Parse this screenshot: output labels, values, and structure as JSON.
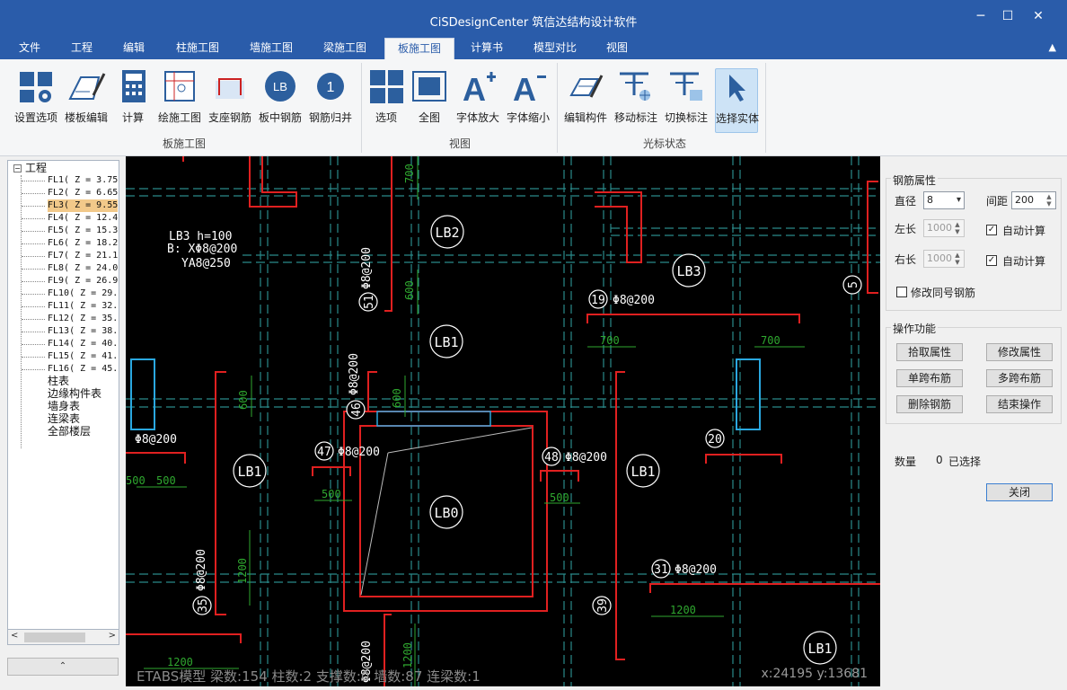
{
  "window": {
    "title": "CiSDesignCenter 筑信达结构设计软件",
    "minimize": "─",
    "maximize": "☐",
    "close": "✕"
  },
  "menu": {
    "tabs": [
      "文件",
      "工程",
      "编辑",
      "柱施工图",
      "墙施工图",
      "梁施工图",
      "板施工图",
      "计算书",
      "模型对比",
      "视图"
    ],
    "active_tab": "板施工图",
    "collapse_glyph": "▲"
  },
  "ribbon": {
    "groups": [
      {
        "label": "板施工图",
        "buttons": [
          "设置选项",
          "楼板编辑",
          "计算",
          "绘施工图",
          "支座钢筋",
          "板中钢筋",
          "钢筋归并"
        ]
      },
      {
        "label": "视图",
        "buttons": [
          "选项",
          "全图",
          "字体放大",
          "字体缩小"
        ]
      },
      {
        "label": "光标状态",
        "buttons": [
          "编辑构件",
          "移动标注",
          "切换标注",
          "选择实体"
        ]
      }
    ],
    "icon_text": {
      "lb": "LB",
      "one": "1",
      "font_up": "A",
      "font_down": "A"
    }
  },
  "tree": {
    "root": "工程",
    "floors": [
      "FL1( Z = 3.75",
      "FL2( Z = 6.65",
      "FL3( Z = 9.55",
      "FL4( Z = 12.4",
      "FL5( Z = 15.3",
      "FL6( Z = 18.2",
      "FL7( Z = 21.1",
      "FL8( Z = 24.0",
      "FL9( Z = 26.9",
      "FL10( Z = 29.",
      "FL11( Z = 32.",
      "FL12( Z = 35.",
      "FL13( Z = 38.",
      "FL14( Z = 40.",
      "FL15( Z = 41.",
      "FL16( Z = 45."
    ],
    "selected": "FL3( Z = 9.55",
    "other": [
      "柱表",
      "边缘构件表",
      "墙身表",
      "连梁表",
      "全部楼层"
    ],
    "expand_glyph": "⌃"
  },
  "canvas": {
    "status": "ETABS模型  梁数:154 柱数:2 支撑数:0 墙数:87 连梁数:1",
    "coords": "x:24195 y:13681",
    "labels": {
      "lb3_note": [
        "LB3 h=100",
        "B: XΦ8@200",
        "YA8@250"
      ],
      "slabs": [
        "LB2",
        "LB3",
        "LB1",
        "LB1",
        "LB1",
        "LB0",
        "LB1"
      ],
      "rebar": [
        "Φ8@200",
        "Φ8@200",
        "Φ8@200",
        "Φ8@200",
        "Φ8@200"
      ],
      "rebar_v": "Φ8@200",
      "num": [
        "19",
        "47",
        "48",
        "20",
        "31",
        "51",
        "46",
        "35",
        "39",
        "5"
      ],
      "dims": [
        "700",
        "600",
        "600",
        "600",
        "700",
        "500",
        "500",
        "500",
        "1200",
        "1200",
        "1200",
        "1200"
      ]
    }
  },
  "panel": {
    "rebar_props": "钢筋属性",
    "diameter_label": "直径",
    "diameter_value": "8",
    "spacing_label": "间距",
    "spacing_value": "200",
    "left_label": "左长",
    "left_value": "1000",
    "right_label": "右长",
    "right_value": "1000",
    "auto_calc": "自动计算",
    "modify_same": "修改同号钢筋",
    "ops_title": "操作功能",
    "buttons": [
      "拾取属性",
      "修改属性",
      "单跨布筋",
      "多跨布筋",
      "删除钢筋",
      "结束操作"
    ],
    "count_label": "数量",
    "count_value": "0",
    "selected_label": "已选择",
    "close_button": "关闭"
  },
  "colors": {
    "title_bg": "#2a5caa",
    "canvas_bg": "#000000",
    "rebar_red": "#e02020",
    "beam_cyan": "#2a8a8a",
    "dim_green": "#2fa82f",
    "column_blue": "#2aa8e0"
  }
}
